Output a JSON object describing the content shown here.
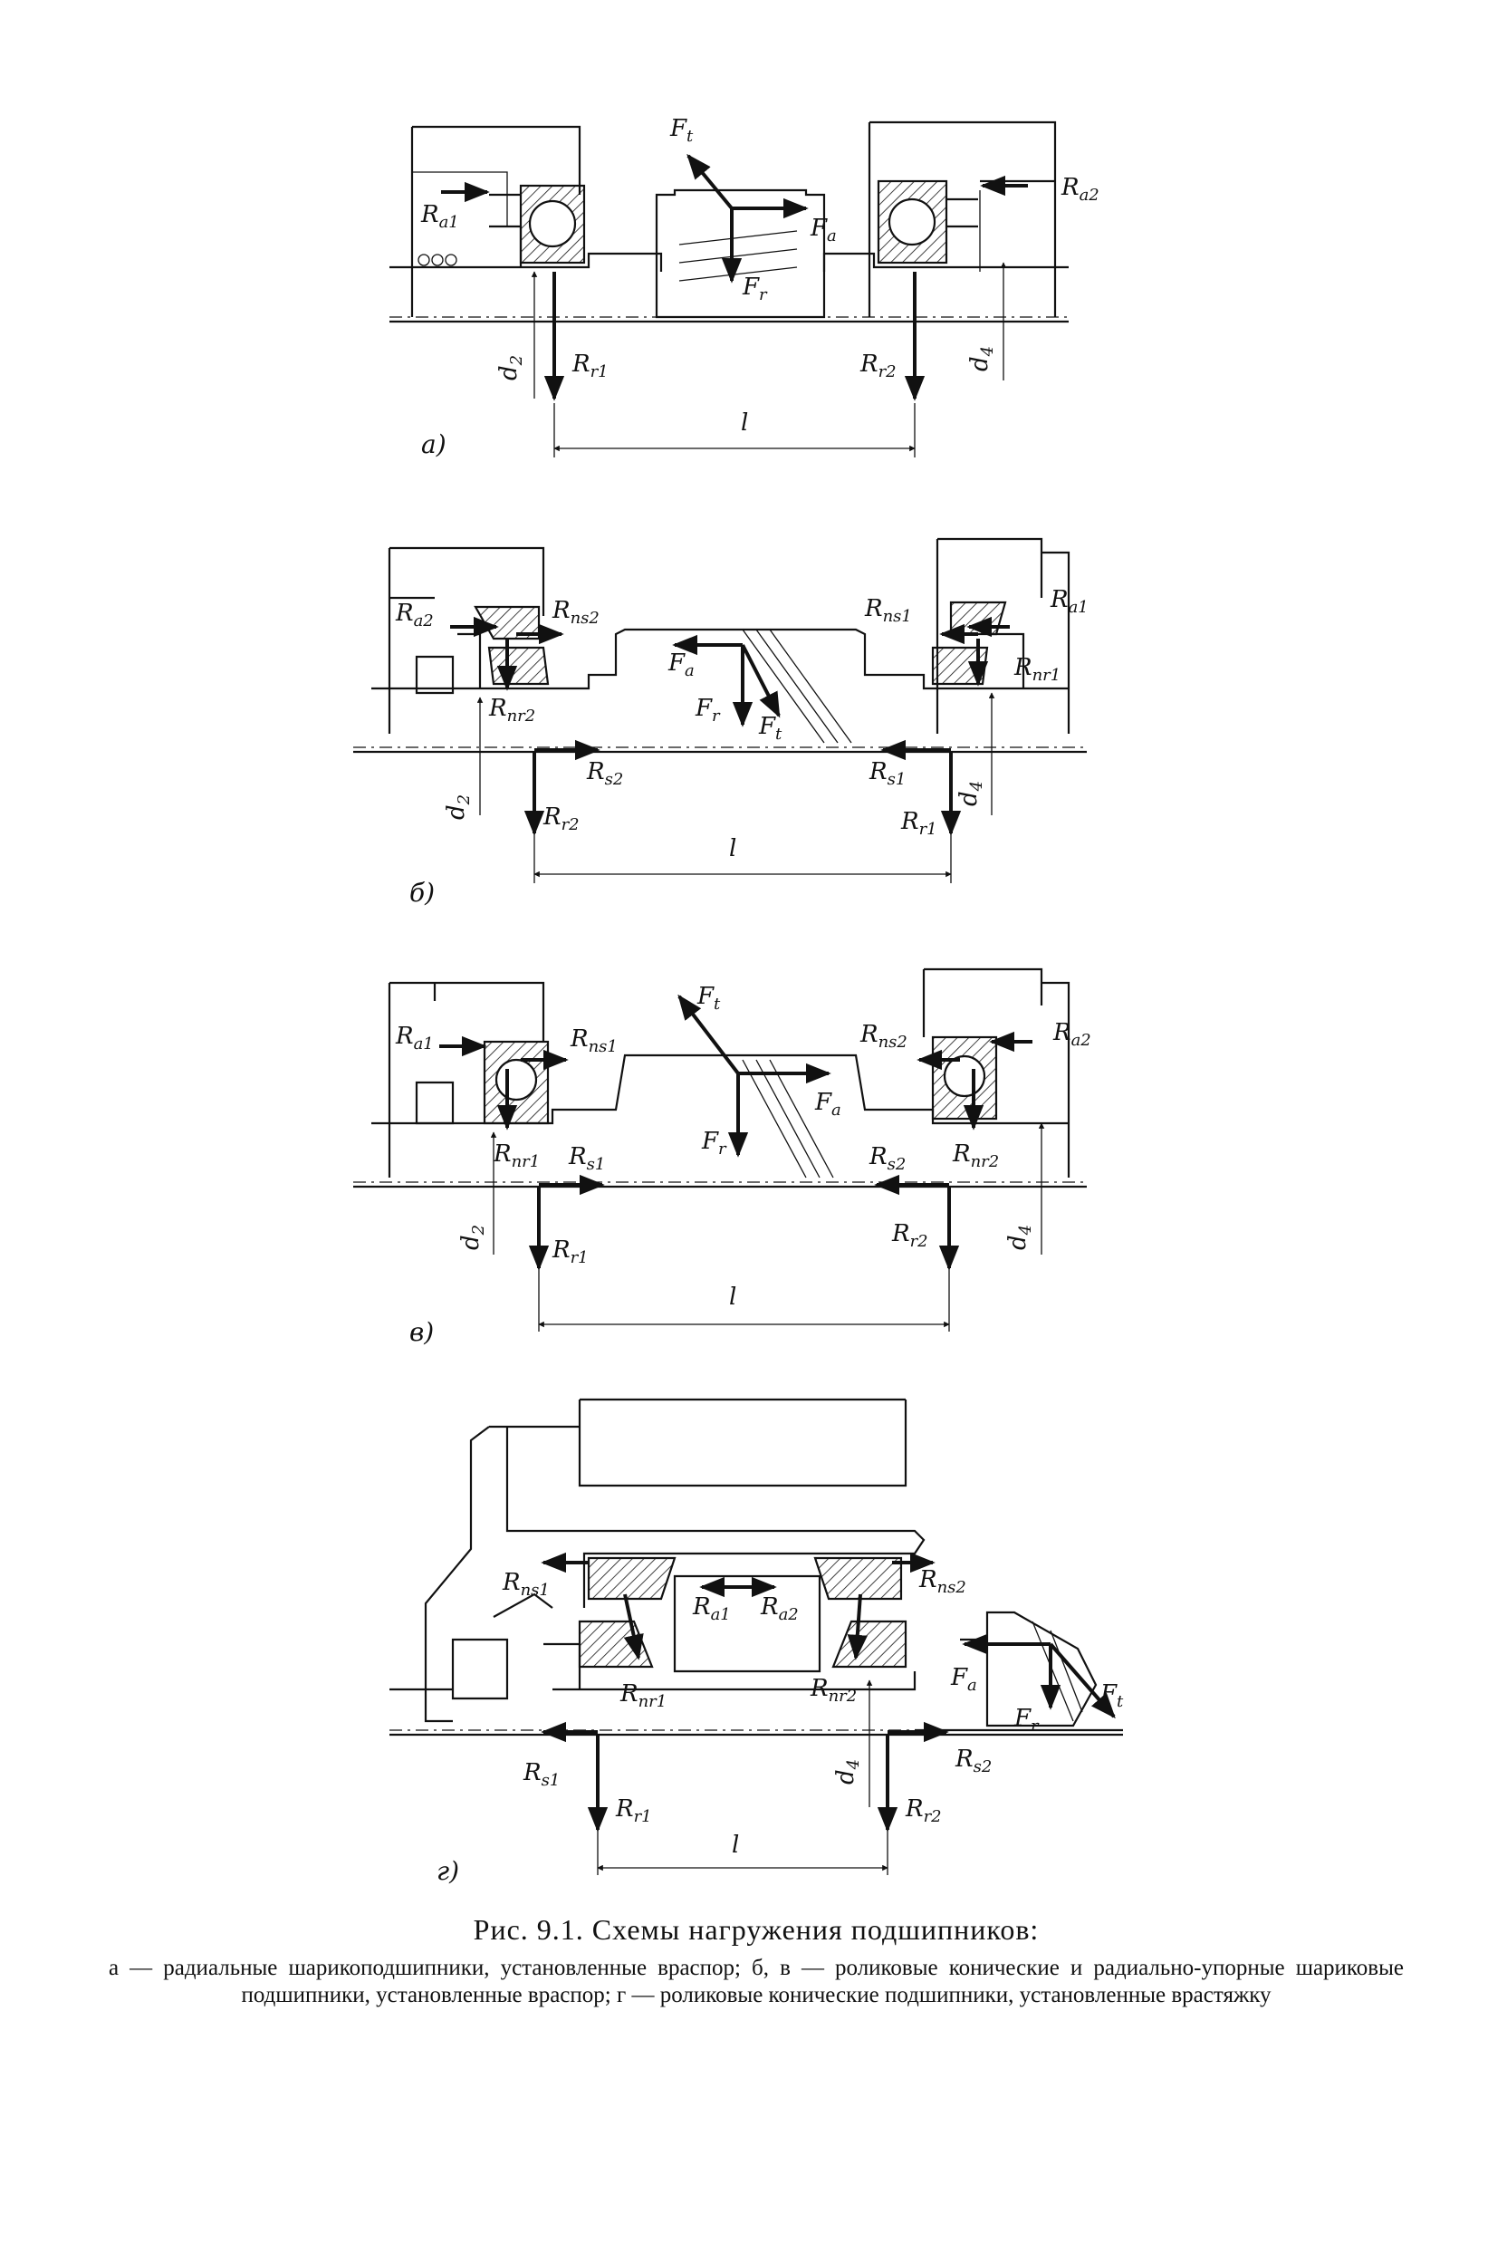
{
  "figure": {
    "caption_title": "Рис. 9.1. Схемы нагружения подшипников:",
    "caption_body": "а — радиальные шарикоподшипники, установленные враспор; б, в — роликовые конические и радиально-упорные шариковые подшипники, установленные враспор; г — роликовые конические подшипники, установленные врастяжку"
  },
  "panels": {
    "a": {
      "tag": "а)",
      "Ft": "F",
      "Ft_sub": "t",
      "Fa": "F",
      "Fa_sub": "a",
      "Fr": "F",
      "Fr_sub": "r",
      "Ra1": "R",
      "Ra1_sub": "a1",
      "Ra2": "R",
      "Ra2_sub": "a2",
      "Rr1": "R",
      "Rr1_sub": "r1",
      "Rr2": "R",
      "Rr2_sub": "r2",
      "d2": "d",
      "d2_sub": "2",
      "d4": "d",
      "d4_sub": "4",
      "l": "l"
    },
    "b": {
      "tag": "б)",
      "Fa": "F",
      "Fa_sub": "a",
      "Fr": "F",
      "Fr_sub": "r",
      "Ft": "F",
      "Ft_sub": "t",
      "Ra2": "R",
      "Ra2_sub": "a2",
      "Ra1": "R",
      "Ra1_sub": "a1",
      "Rns2": "R",
      "Rns2_sub": "ns2",
      "Rns1": "R",
      "Rns1_sub": "ns1",
      "Rnr2": "R",
      "Rnr2_sub": "nr2",
      "Rnr1": "R",
      "Rnr1_sub": "nr1",
      "Rs2": "R",
      "Rs2_sub": "s2",
      "Rs1": "R",
      "Rs1_sub": "s1",
      "Rr2": "R",
      "Rr2_sub": "r2",
      "Rr1": "R",
      "Rr1_sub": "r1",
      "d2": "d",
      "d2_sub": "2",
      "d4": "d",
      "d4_sub": "4",
      "l": "l"
    },
    "v": {
      "tag": "в)",
      "Ft": "F",
      "Ft_sub": "t",
      "Fa": "F",
      "Fa_sub": "a",
      "Fr": "F",
      "Fr_sub": "r",
      "Ra1": "R",
      "Ra1_sub": "a1",
      "Ra2": "R",
      "Ra2_sub": "a2",
      "Rns1": "R",
      "Rns1_sub": "ns1",
      "Rns2": "R",
      "Rns2_sub": "ns2",
      "Rnr1": "R",
      "Rnr1_sub": "nr1",
      "Rnr2": "R",
      "Rnr2_sub": "nr2",
      "Rs1": "R",
      "Rs1_sub": "s1",
      "Rs2": "R",
      "Rs2_sub": "s2",
      "Rr1": "R",
      "Rr1_sub": "r1",
      "Rr2": "R",
      "Rr2_sub": "r2",
      "d2": "d",
      "d2_sub": "2",
      "d4": "d",
      "d4_sub": "4",
      "l": "l"
    },
    "g": {
      "tag": "г)",
      "Rns1": "R",
      "Rns1_sub": "ns1",
      "Rns2": "R",
      "Rns2_sub": "ns2",
      "Ra1": "R",
      "Ra1_sub": "a1",
      "Ra2": "R",
      "Ra2_sub": "a2",
      "Rnr1": "R",
      "Rnr1_sub": "nr1",
      "Rnr2": "R",
      "Rnr2_sub": "nr2",
      "Fa": "F",
      "Fa_sub": "a",
      "Fr": "F",
      "Fr_sub": "r",
      "Ft": "F",
      "Ft_sub": "t",
      "Rs1": "R",
      "Rs1_sub": "s1",
      "Rs2": "R",
      "Rs2_sub": "s2",
      "Rr1": "R",
      "Rr1_sub": "r1",
      "Rr2": "R",
      "Rr2_sub": "r2",
      "d4": "d",
      "d4_sub": "4",
      "l": "l"
    }
  }
}
